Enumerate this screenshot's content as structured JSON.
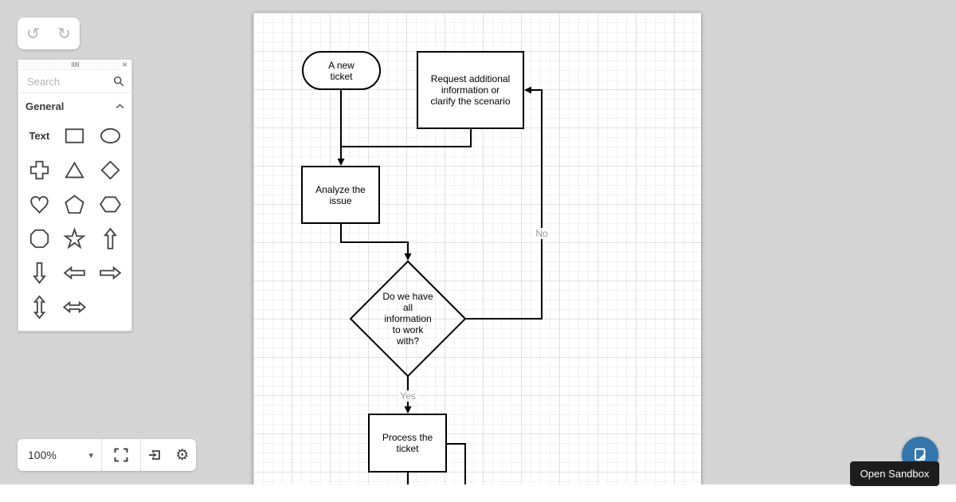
{
  "colors": {
    "app_background": "#d5d5d5",
    "fab_blue": "#3476ad",
    "tooltip_background": "#1d1d1d",
    "flow_stroke": "#000000",
    "edge_label_color": "#999999"
  },
  "undo_redo": {
    "undo_glyph": "↺",
    "redo_glyph": "↻"
  },
  "palette": {
    "search_placeholder": "Search",
    "close_glyph": "×",
    "section": {
      "title": "General"
    },
    "items": [
      {
        "type": "text",
        "label": "Text"
      },
      {
        "type": "icon",
        "name": "rectangle-icon"
      },
      {
        "type": "icon",
        "name": "ellipse-icon"
      },
      {
        "type": "icon",
        "name": "cross-icon"
      },
      {
        "type": "icon",
        "name": "triangle-icon"
      },
      {
        "type": "icon",
        "name": "diamond-icon"
      },
      {
        "type": "icon",
        "name": "heart-icon"
      },
      {
        "type": "icon",
        "name": "pentagon-icon"
      },
      {
        "type": "icon",
        "name": "hexagon-icon"
      },
      {
        "type": "icon",
        "name": "octagon-icon"
      },
      {
        "type": "icon",
        "name": "star-icon"
      },
      {
        "type": "icon",
        "name": "arrow-up-icon"
      },
      {
        "type": "icon",
        "name": "arrow-down-icon"
      },
      {
        "type": "icon",
        "name": "arrow-left-icon"
      },
      {
        "type": "icon",
        "name": "arrow-right-icon"
      },
      {
        "type": "icon",
        "name": "arrow-up-down-icon"
      },
      {
        "type": "icon",
        "name": "arrow-left-right-icon"
      }
    ]
  },
  "zoom_toolbar": {
    "zoom_level": "100%"
  },
  "canvas": {
    "nodes": {
      "start": {
        "shape": "terminator",
        "lines": [
          "A new",
          "ticket"
        ]
      },
      "request": {
        "shape": "process",
        "lines": [
          "Request additional",
          "information or",
          "clarify the scenario"
        ]
      },
      "analyze": {
        "shape": "process",
        "lines": [
          "Analyze the",
          "issue"
        ]
      },
      "decision": {
        "shape": "decision",
        "lines": [
          "Do we have",
          "all",
          "information",
          "to work",
          "with?"
        ]
      },
      "process": {
        "shape": "process",
        "lines": [
          "Process the",
          "ticket"
        ]
      }
    },
    "edge_labels": {
      "no": "No",
      "yes": "Yes"
    }
  },
  "sandbox": {
    "tooltip_label": "Open Sandbox"
  }
}
